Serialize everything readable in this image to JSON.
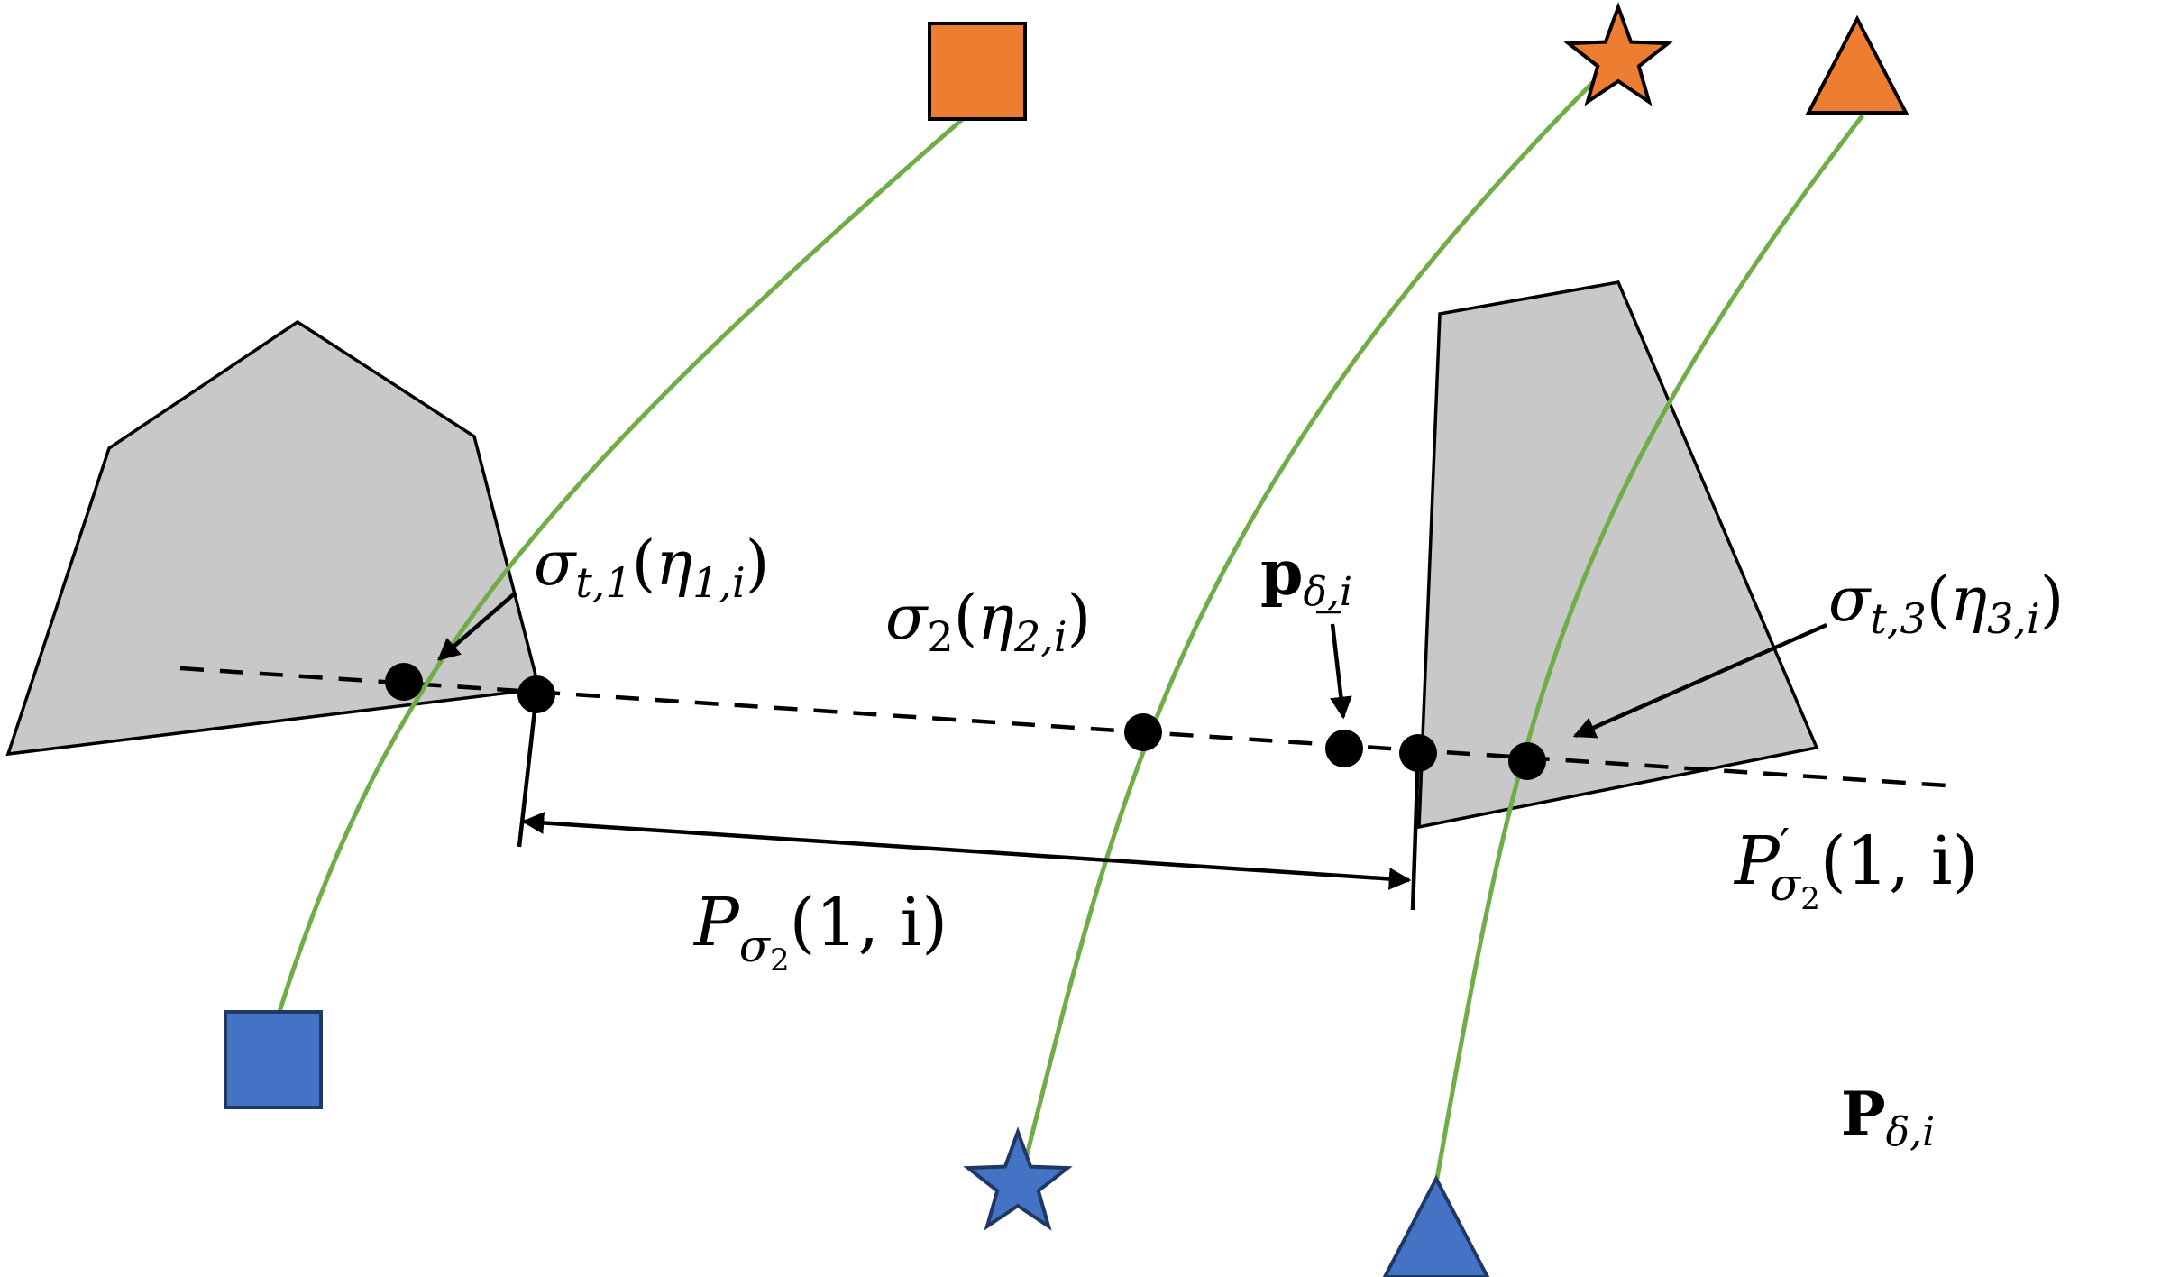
{
  "colors": {
    "obstacle_fill": "#c8c8c8",
    "trajectory": "#70ad47",
    "start_marker": "#4472c4",
    "goal_marker": "#ed7d31",
    "ink": "#000000"
  },
  "labels": {
    "sigma_t1": {
      "base": "σ",
      "sub": "t,1",
      "open": "(",
      "arg": "η",
      "argsub": "1,i",
      "close": ")"
    },
    "sigma_2": {
      "base": "σ",
      "sub": "2",
      "open": "(",
      "arg": "η",
      "argsub": "2,i",
      "close": ")"
    },
    "p_delta": {
      "base": "p",
      "sub": "δ,i"
    },
    "sigma_t3": {
      "base": "σ",
      "sub": "t,3",
      "open": "(",
      "arg": "η",
      "argsub": "3,i",
      "close": ")"
    },
    "P_sigma2": {
      "base": "P",
      "sub": "σ",
      "subsub": "2",
      "args": "(1, i)"
    },
    "P_prime_sigma2": {
      "base": "P",
      "prime": "′",
      "sub": "σ",
      "subsub": "2",
      "args": "(1, i)"
    },
    "P_delta": {
      "base": "P",
      "sub": "δ,i"
    }
  },
  "icons": {
    "square_start": "blue-square-icon",
    "square_goal": "orange-square-icon",
    "star_start": "blue-star-icon",
    "star_goal": "orange-star-icon",
    "triangle_start": "blue-triangle-icon",
    "triangle_goal": "orange-triangle-icon"
  }
}
